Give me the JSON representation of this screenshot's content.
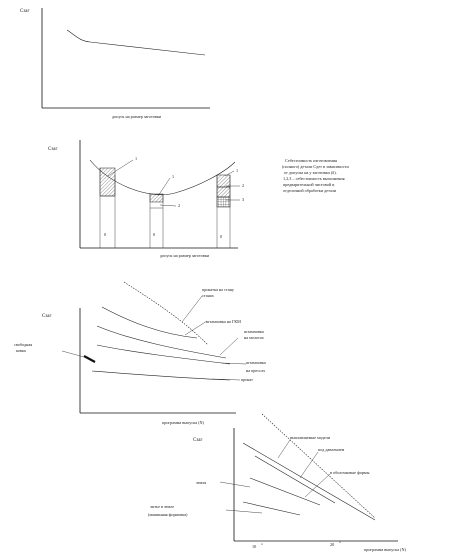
{
  "fig1": {
    "y_label": "Сзаг",
    "x_label": "допуск на размер заготовки"
  },
  "fig2": {
    "y_label": "Сзаг",
    "x_label": "допуск на размер заготовки",
    "caption_lines": [
      "Себестоимость изготовления",
      "(полного) детали Cдет в зависимости",
      "от допуска на у заготовки (δ).",
      "1,2,3 – себестоимость выполнения",
      "предварительной чистовой и",
      "отделочной обработки детали"
    ],
    "column_labels": [
      "0",
      "0",
      "0"
    ],
    "callouts": [
      "1",
      "1",
      "2",
      "1",
      "2",
      "3"
    ]
  },
  "fig3": {
    "y_label": "Сзаг",
    "x_label": "программа выпуска (N)",
    "left_label_lines": [
      "свободная",
      "ковка"
    ],
    "curve_labels": {
      "top_lines": [
        "прокатка на стану",
        "станах"
      ],
      "gkm": "штамповка на ГКМ",
      "molot_lines": [
        "штамповка",
        "на молотах"
      ],
      "press_lines": [
        "штамповка",
        "на прессах"
      ],
      "prokat": "прокат"
    }
  },
  "fig4": {
    "y_label": "Сзаг",
    "x_label": "программа выпуска (N)",
    "left_label_1": "земля",
    "left_label_2_lines": [
      "литье в земле",
      "(машинная формовка)"
    ],
    "curve_labels": {
      "vyplavl": "выплавляемые модели",
      "davlenie": "под давлением",
      "obolochka": "в оболочковые формы"
    },
    "x_ticks": [
      {
        "label": "10",
        "sup": "4"
      },
      {
        "label": "20",
        "sup": "4"
      }
    ]
  }
}
